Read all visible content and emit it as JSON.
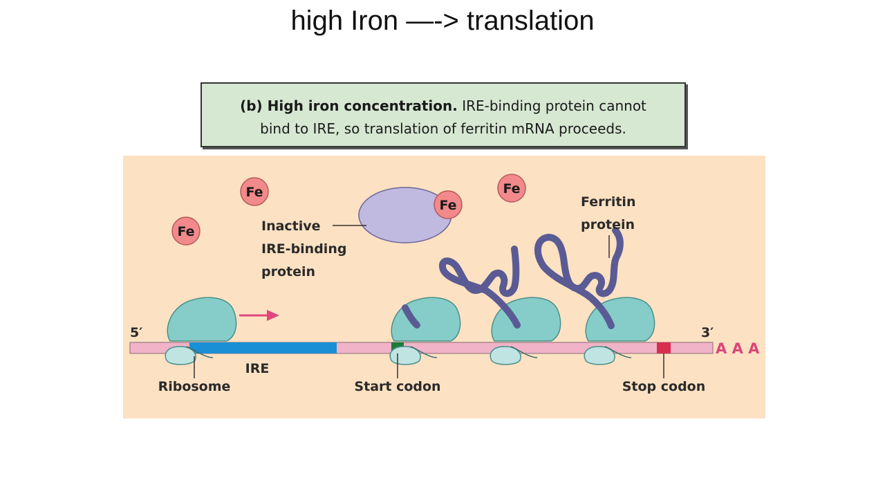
{
  "slide": {
    "title": "high Iron —-> translation"
  },
  "caption": {
    "bold": "(b) High iron concentration.",
    "line1_rest": " IRE-binding protein cannot",
    "line2": "bind to IRE, so translation of ferritin mRNA proceeds."
  },
  "diagram": {
    "fe_label": "Fe",
    "inactive_label": [
      "Inactive",
      "IRE-binding",
      "protein"
    ],
    "ferritin_label": [
      "Ferritin",
      "protein"
    ],
    "five_prime": "5′",
    "three_prime": "3′",
    "poly_a": "A A A",
    "ire_label": "IRE",
    "ribosome_label": "Ribosome",
    "start_codon_label": "Start codon",
    "stop_codon_label": "Stop codon"
  },
  "colors": {
    "mrna": "#f0b3c7",
    "ire": "#1a8fd6",
    "start_codon": "#1c7a3a",
    "stop_codon": "#d92d4f",
    "ribosome": "#86cdc9",
    "iron": "#f2898a",
    "protein_inactive": "#c0b9e0",
    "ferritin_chain": "#5a5b94",
    "arrow": "#e0467d",
    "background": "#fce1c2",
    "caption_bg": "#d6e8d2"
  }
}
